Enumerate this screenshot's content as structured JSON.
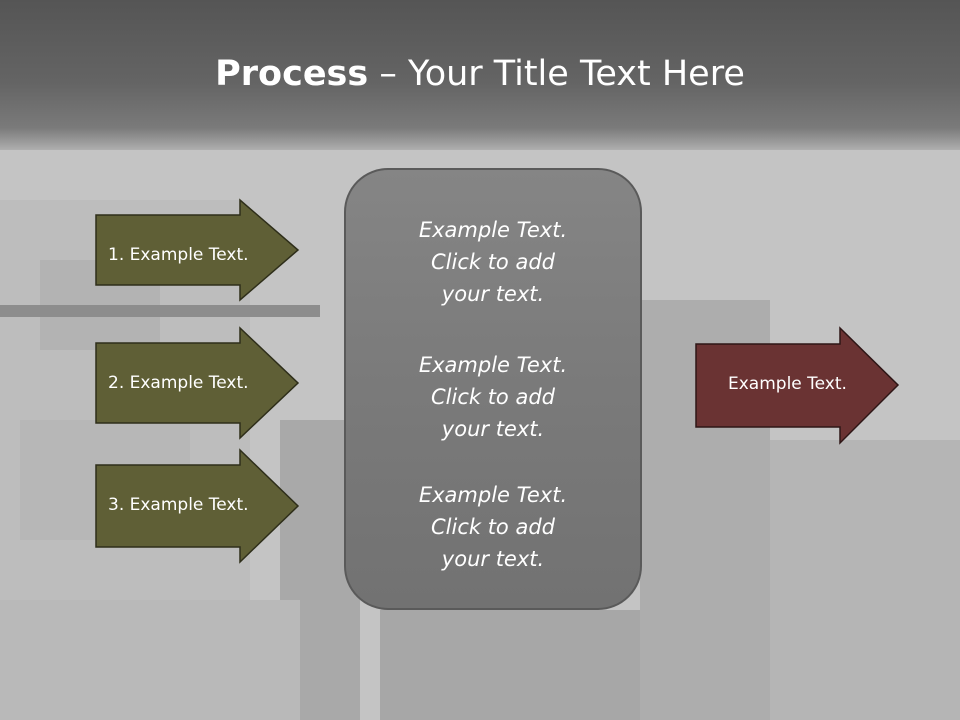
{
  "title": {
    "bold": "Process",
    "rest": " – Your Title Text Here"
  },
  "inputs": [
    {
      "label": "1. Example Text."
    },
    {
      "label": "2. Example Text."
    },
    {
      "label": "3. Example Text."
    }
  ],
  "center_box": {
    "items": [
      {
        "text": "Example Text.\nClick  to add\nyour text."
      },
      {
        "text": "Example Text.\nClick  to add\nyour text."
      },
      {
        "text": "Example Text.\nClick  to add\nyour text."
      }
    ]
  },
  "output": {
    "label": "Example Text."
  },
  "colors": {
    "input_arrow_fill": "#5f5f36",
    "output_arrow_fill": "#6a3333",
    "center_box_fill": "#7a7a7a"
  }
}
